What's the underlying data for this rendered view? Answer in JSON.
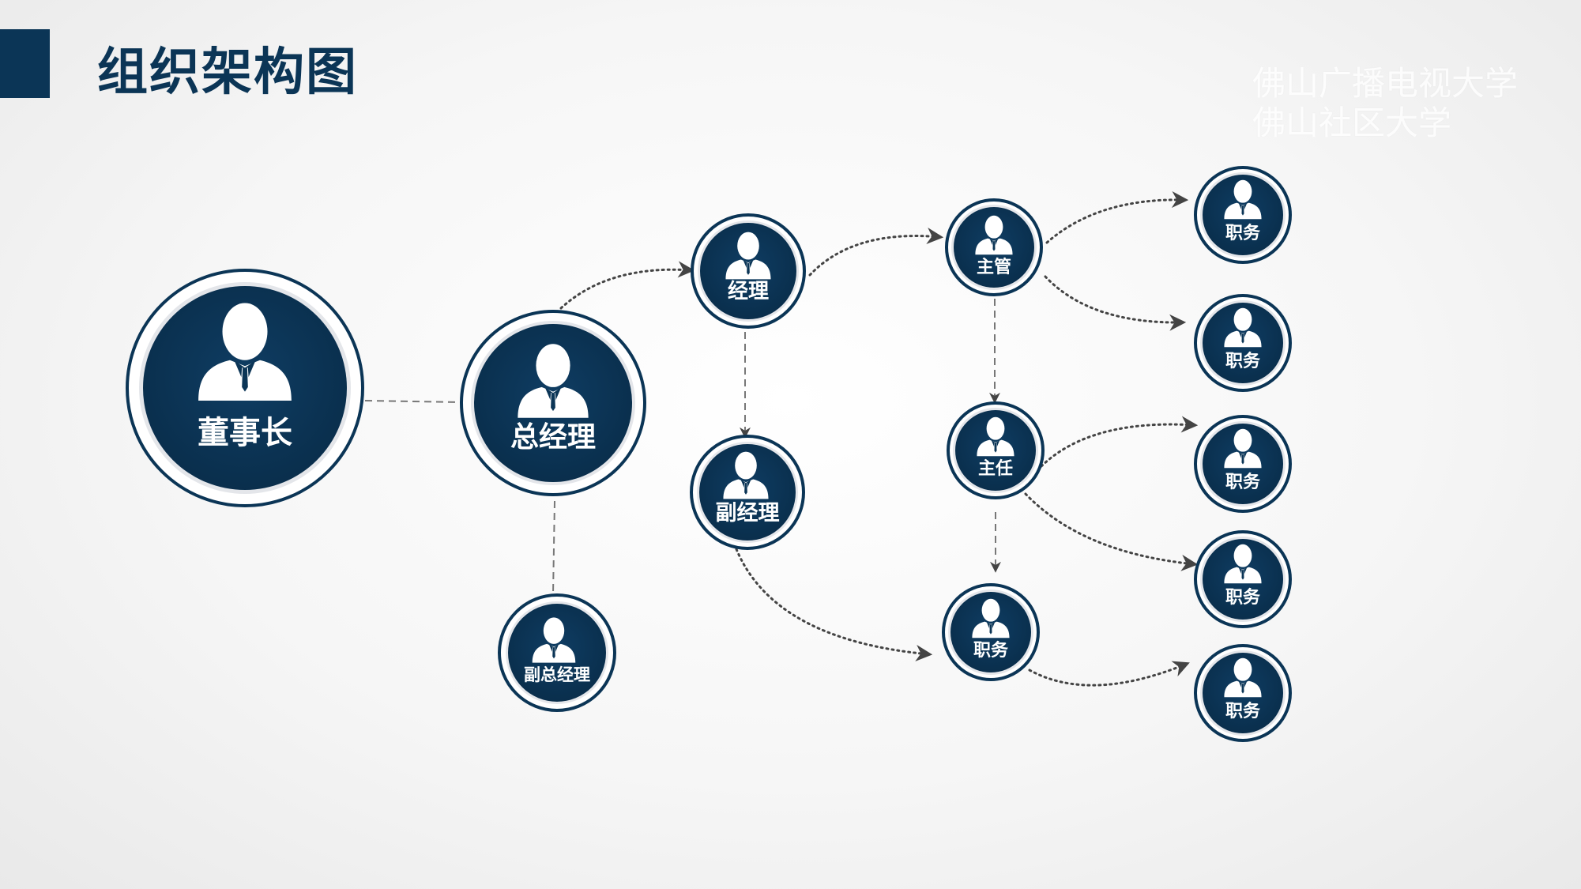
{
  "title": "组织架构图",
  "watermark": [
    "佛山广播电视大学",
    "佛山社区大学"
  ],
  "colors": {
    "node_fill": "#0b3556",
    "ring": "#0b3556",
    "connector": "#555555",
    "person": "#ffffff"
  },
  "nodes": {
    "chairman": {
      "label": "董事长"
    },
    "gm": {
      "label": "总经理"
    },
    "deputy_gm": {
      "label": "副总经理"
    },
    "manager": {
      "label": "经理"
    },
    "deputy_manager": {
      "label": "副经理"
    },
    "supervisor": {
      "label": "主管"
    },
    "director": {
      "label": "主任"
    },
    "post_mid": {
      "label": "职务"
    },
    "post_1": {
      "label": "职务"
    },
    "post_2": {
      "label": "职务"
    },
    "post_3": {
      "label": "职务"
    },
    "post_4": {
      "label": "职务"
    },
    "post_5": {
      "label": "职务"
    }
  }
}
